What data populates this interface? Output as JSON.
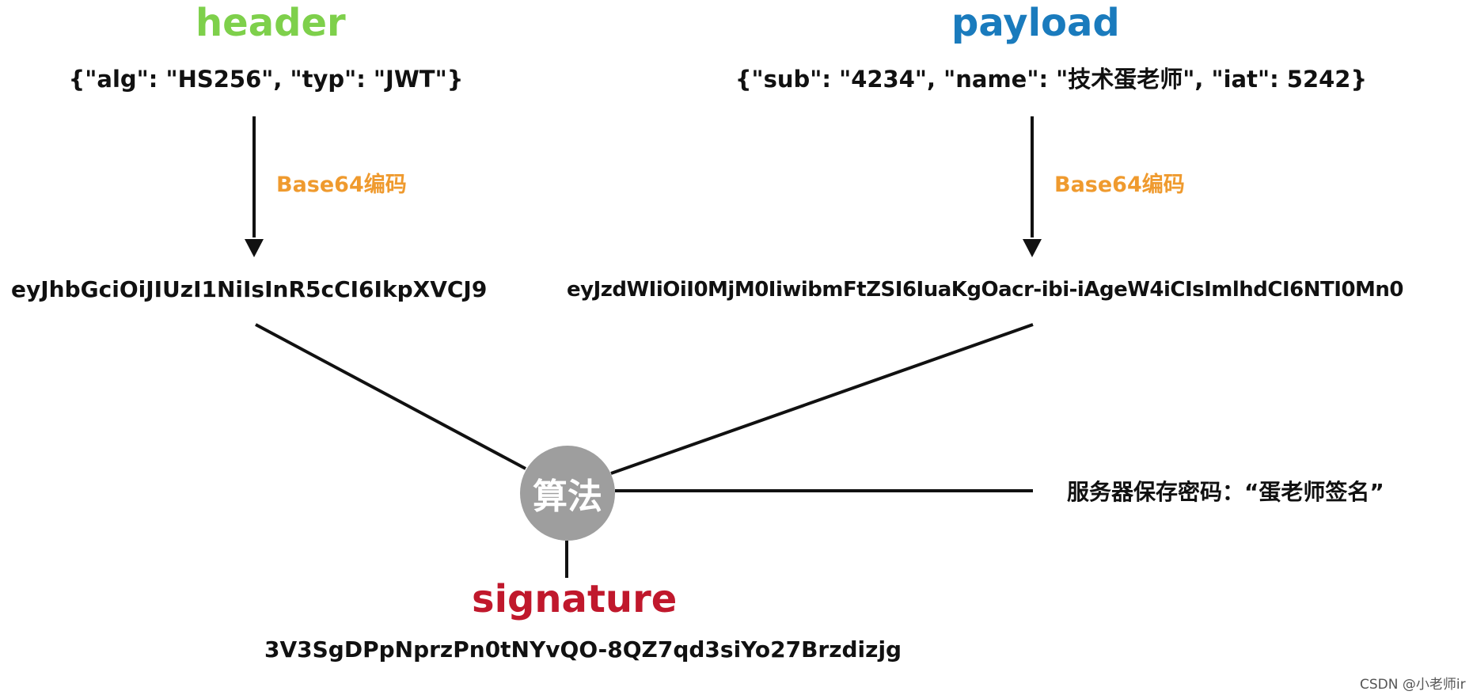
{
  "colors": {
    "header": "#7ed04b",
    "payload": "#1a7bbd",
    "encode": "#ef9a2e",
    "signature": "#c0182c",
    "text": "#111111",
    "node": "#9e9e9e",
    "line": "#111111"
  },
  "header": {
    "title": "header",
    "json": "{\"alg\": \"HS256\", \"typ\": \"JWT\"}",
    "encode_label": "Base64编码",
    "encoded": "eyJhbGciOiJIUzI1NiIsInR5cCI6IkpXVCJ9"
  },
  "payload": {
    "title": "payload",
    "json": "{\"sub\": \"4234\", \"name\": \"技术蛋老师\", \"iat\": 5242}",
    "encode_label": "Base64编码",
    "encoded": "eyJzdWIiOiI0MjM0IiwibmFtZSI6IuaKgOacr-ibi-iAgeW4iCIsImlhdCI6NTI0Mn0"
  },
  "algorithm": {
    "label": "算法"
  },
  "secret": {
    "label": "服务器保存密码：“蛋老师签名”"
  },
  "signature": {
    "title": "signature",
    "value": "3V3SgDPpNprzPn0tNYvQO-8QZ7qd3siYo27Brzdizjg"
  },
  "watermark": "CSDN @小老师ir"
}
